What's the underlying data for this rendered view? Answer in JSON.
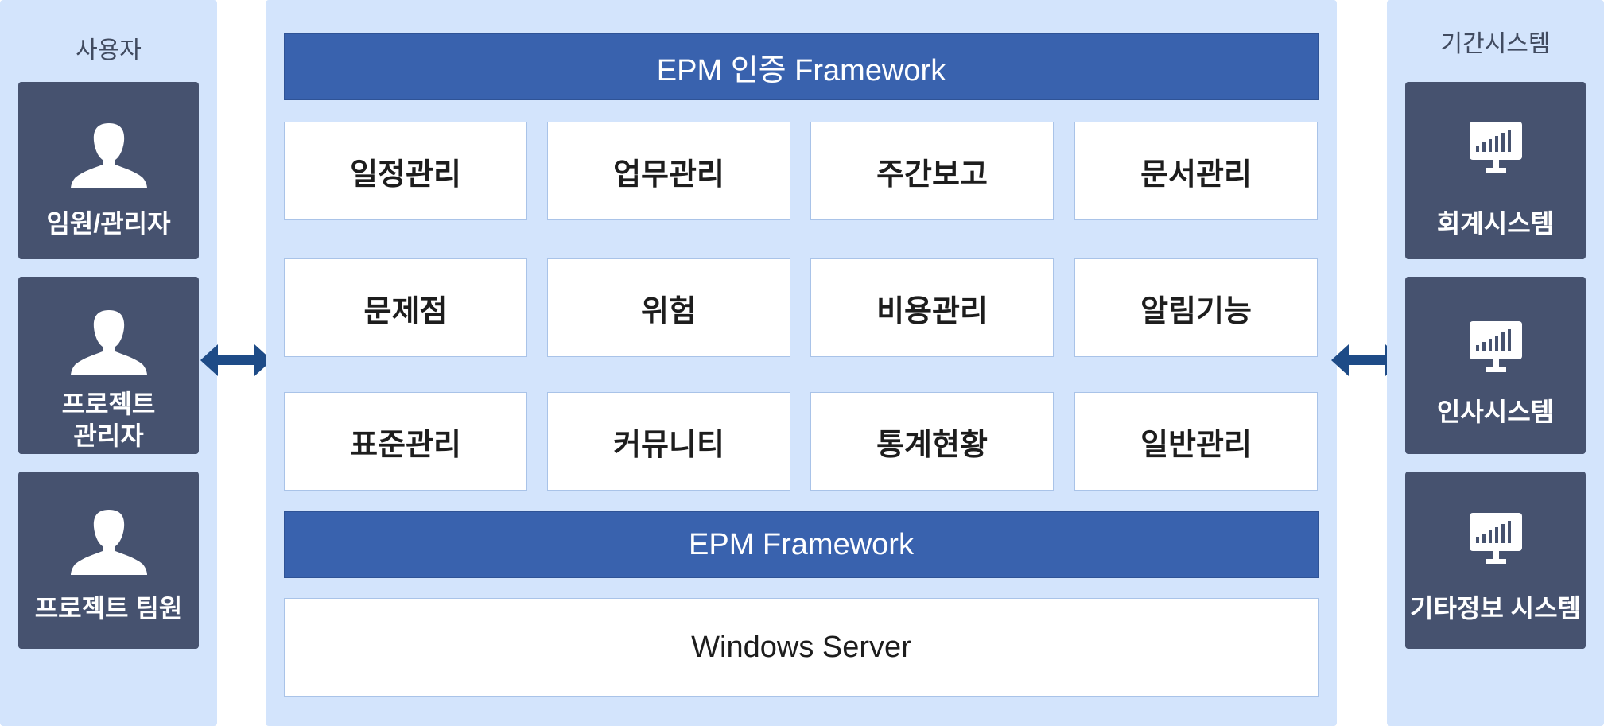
{
  "users": {
    "title": "사용자",
    "items": [
      {
        "label": "임원/관리자"
      },
      {
        "label_line1": "프로젝트",
        "label_line2": "관리자"
      },
      {
        "label": "프로젝트 팀원"
      }
    ]
  },
  "center": {
    "top_bar": "EPM 인증 Framework",
    "modules": [
      [
        "일정관리",
        "업무관리",
        "주간보고",
        "문서관리"
      ],
      [
        "문제점",
        "위험",
        "비용관리",
        "알림기능"
      ],
      [
        "표준관리",
        "커뮤니티",
        "통계현황",
        "일반관리"
      ]
    ],
    "bottom_bar": "EPM Framework",
    "server": "Windows Server"
  },
  "systems": {
    "title": "기간시스템",
    "items": [
      {
        "label": "회계시스템"
      },
      {
        "label": "인사시스템"
      },
      {
        "label": "기타정보 시스템"
      }
    ]
  },
  "colors": {
    "panel": "#d3e4fc",
    "card": "#46526f",
    "bar": "#3962ae",
    "arrow": "#1e4b87"
  }
}
